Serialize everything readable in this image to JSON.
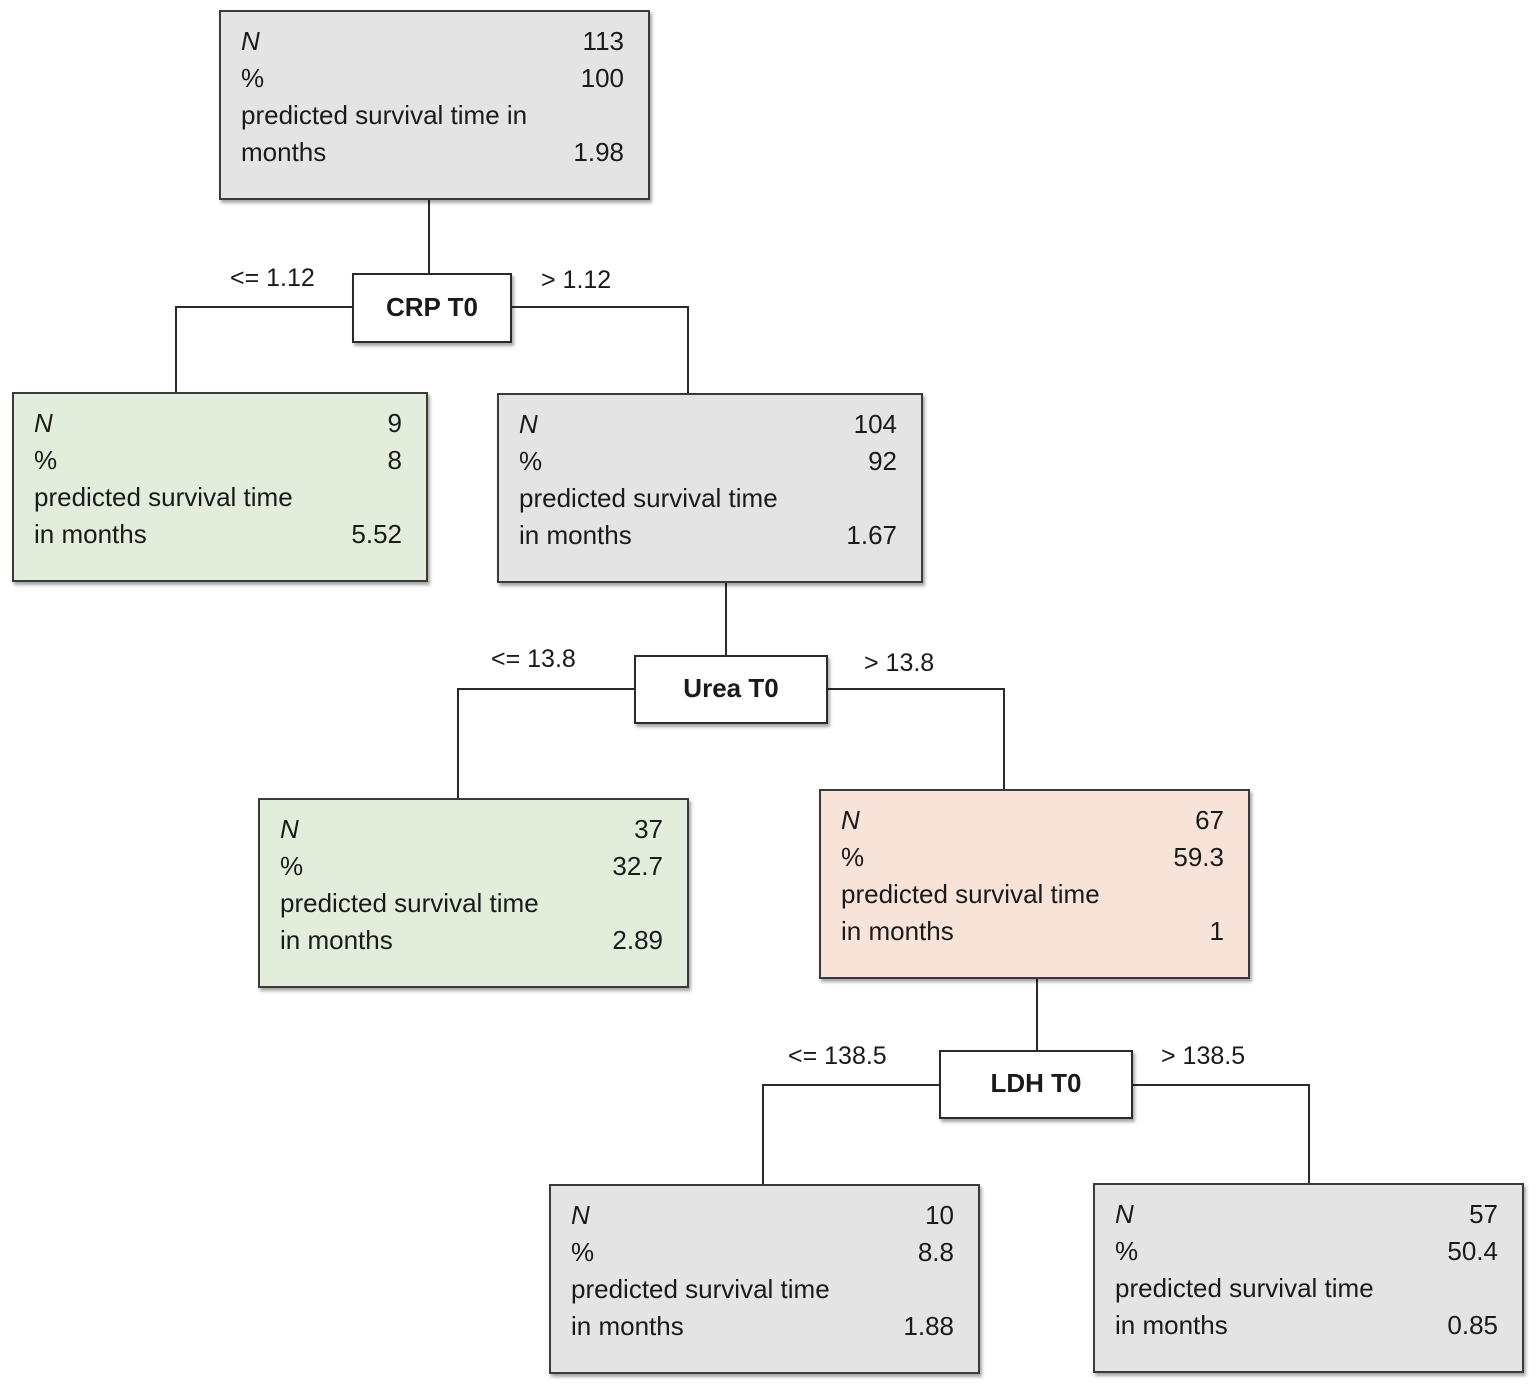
{
  "root": {
    "n_label": "N",
    "n_value": "113",
    "pct_label": "%",
    "pct_value": "100",
    "time_label_1": "predicted survival time in",
    "time_label_2": "months",
    "time_value": "1.98"
  },
  "split_crp": {
    "label": "CRP T0",
    "left_cond": "<= 1.12",
    "right_cond": "> 1.12"
  },
  "node_crp_low": {
    "n_label": "N",
    "n_value": "9",
    "pct_label": "%",
    "pct_value": "8",
    "time_label_1": "predicted survival time",
    "time_label_2": "in months",
    "time_value": "5.52"
  },
  "node_crp_high": {
    "n_label": "N",
    "n_value": "104",
    "pct_label": "%",
    "pct_value": "92",
    "time_label_1": "predicted survival time",
    "time_label_2": "in months",
    "time_value": "1.67"
  },
  "split_urea": {
    "label": "Urea T0",
    "left_cond": "<= 13.8",
    "right_cond": "> 13.8"
  },
  "node_urea_low": {
    "n_label": "N",
    "n_value": "37",
    "pct_label": "%",
    "pct_value": "32.7",
    "time_label_1": "predicted survival time",
    "time_label_2": "in months",
    "time_value": "2.89"
  },
  "node_urea_high": {
    "n_label": "N",
    "n_value": "67",
    "pct_label": "%",
    "pct_value": "59.3",
    "time_label_1": "predicted survival time",
    "time_label_2": "in months",
    "time_value": "1"
  },
  "split_ldh": {
    "label": "LDH T0",
    "left_cond": "<= 138.5",
    "right_cond": "> 138.5"
  },
  "node_ldh_low": {
    "n_label": "N",
    "n_value": "10",
    "pct_label": "%",
    "pct_value": "8.8",
    "time_label_1": "predicted survival time",
    "time_label_2": "in months",
    "time_value": "1.88"
  },
  "node_ldh_high": {
    "n_label": "N",
    "n_value": "57",
    "pct_label": "%",
    "pct_value": "50.4",
    "time_label_1": "predicted survival time",
    "time_label_2": "in months",
    "time_value": "0.85"
  },
  "colors": {
    "neutral_fill": "#e4e4e4",
    "good_fill": "#e2eedb",
    "poor_fill": "#f8e3d9",
    "border": "#3a3a3a"
  }
}
